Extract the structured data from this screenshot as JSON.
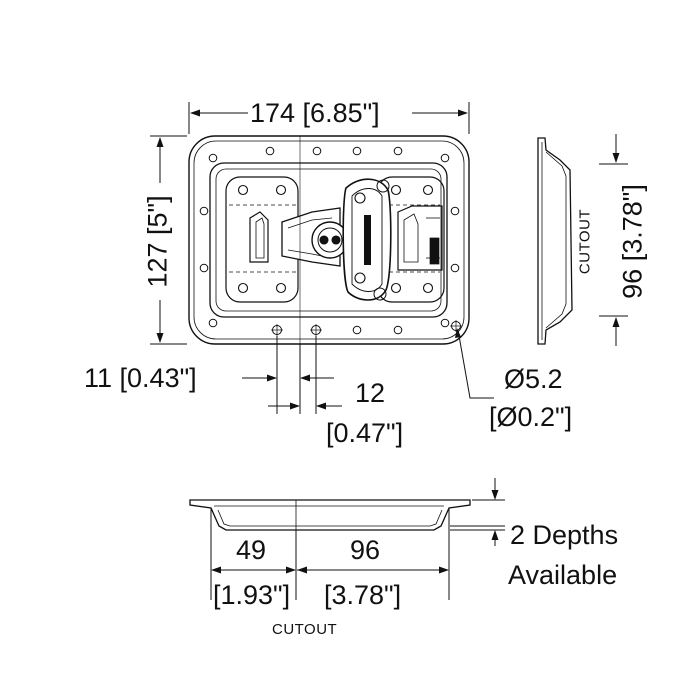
{
  "dimensions": {
    "width_total": "174 [6.85\"]",
    "height_total": "127 [5\"]",
    "cutout_height": "96 [3.78\"]",
    "cutout_label_side": "CUTOUT",
    "hole_offset": "11 [0.43\"]",
    "hole_spacing_mm": "12",
    "hole_spacing_in": "[0.47\"]",
    "hole_dia_mm": "Ø5.2",
    "hole_dia_in": "[Ø0.2\"]",
    "flange_mm": "49",
    "flange_in": "[1.93\"]",
    "cutout_width_mm": "96",
    "cutout_width_in": "[3.78\"]",
    "cutout_label_bottom": "CUTOUT"
  },
  "notes": {
    "depths_line1": "2 Depths",
    "depths_line2": "Available"
  },
  "colors": {
    "stroke": "#111111",
    "background": "#ffffff"
  }
}
